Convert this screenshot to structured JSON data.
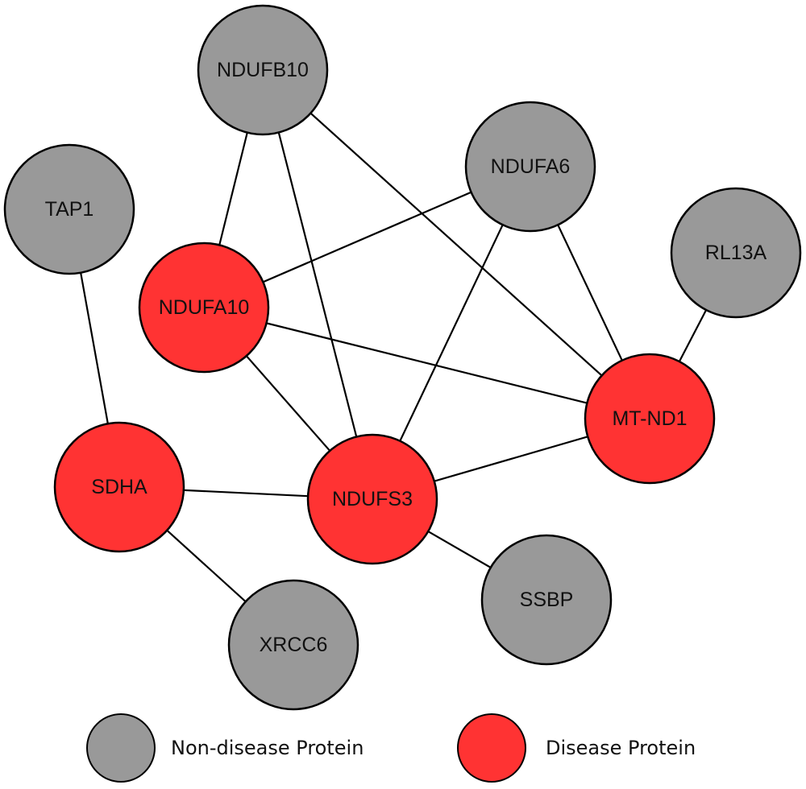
{
  "colors": {
    "non_disease": "#999999",
    "disease": "#ff3333",
    "edge": "#000000",
    "outline": "#000000"
  },
  "nodes": [
    {
      "id": "NDUFB10",
      "label": "NDUFB10",
      "group": "non_disease"
    },
    {
      "id": "NDUFA6",
      "label": "NDUFA6",
      "group": "non_disease"
    },
    {
      "id": "TAP1",
      "label": "TAP1",
      "group": "non_disease"
    },
    {
      "id": "RL13A",
      "label": "RL13A",
      "group": "non_disease"
    },
    {
      "id": "NDUFA10",
      "label": "NDUFA10",
      "group": "disease"
    },
    {
      "id": "MT-ND1",
      "label": "MT-ND1",
      "group": "disease"
    },
    {
      "id": "SDHA",
      "label": "SDHA",
      "group": "disease"
    },
    {
      "id": "NDUFS3",
      "label": "NDUFS3",
      "group": "disease"
    },
    {
      "id": "SSBP",
      "label": "SSBP",
      "group": "non_disease"
    },
    {
      "id": "XRCC6",
      "label": "XRCC6",
      "group": "non_disease"
    }
  ],
  "edges": [
    [
      "NDUFB10",
      "NDUFA10"
    ],
    [
      "NDUFB10",
      "NDUFS3"
    ],
    [
      "NDUFB10",
      "MT-ND1"
    ],
    [
      "NDUFA6",
      "NDUFA10"
    ],
    [
      "NDUFA6",
      "NDUFS3"
    ],
    [
      "NDUFA6",
      "MT-ND1"
    ],
    [
      "TAP1",
      "SDHA"
    ],
    [
      "RL13A",
      "MT-ND1"
    ],
    [
      "NDUFA10",
      "MT-ND1"
    ],
    [
      "NDUFA10",
      "NDUFS3"
    ],
    [
      "SDHA",
      "NDUFS3"
    ],
    [
      "SDHA",
      "XRCC6"
    ],
    [
      "NDUFS3",
      "MT-ND1"
    ],
    [
      "NDUFS3",
      "SSBP"
    ]
  ],
  "legend": [
    {
      "group": "non_disease",
      "label": "Non-disease Protein"
    },
    {
      "group": "disease",
      "label": "Disease Protein"
    }
  ]
}
